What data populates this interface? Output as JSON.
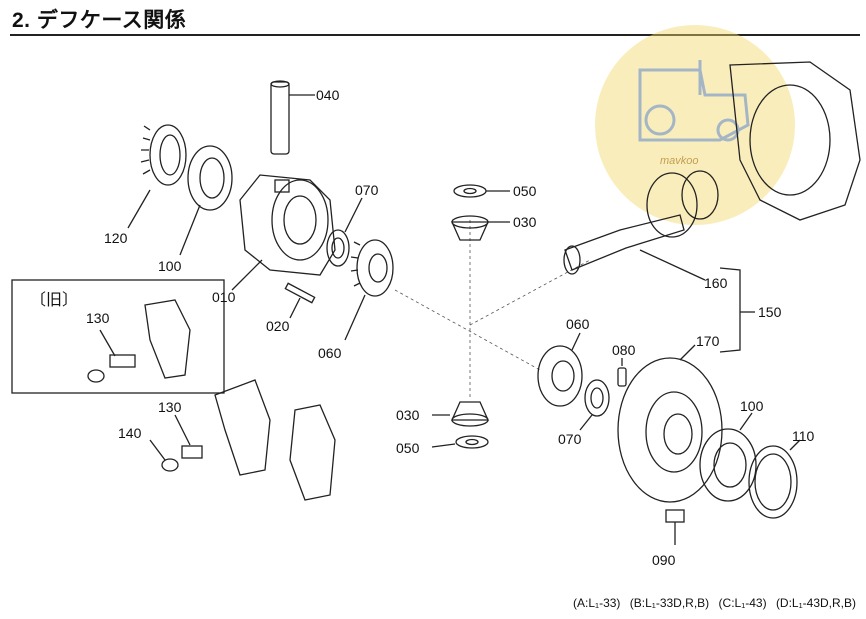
{
  "title": "2. デフケース関係",
  "old_label": "〔旧〕",
  "parts": [
    {
      "id": "p040a",
      "label": "040"
    },
    {
      "id": "p120",
      "label": "120"
    },
    {
      "id": "p100a",
      "label": "100"
    },
    {
      "id": "p010",
      "label": "010"
    },
    {
      "id": "p070a",
      "label": "070"
    },
    {
      "id": "p020",
      "label": "020"
    },
    {
      "id": "p060a",
      "label": "060"
    },
    {
      "id": "p050a",
      "label": "050"
    },
    {
      "id": "p030a",
      "label": "030"
    },
    {
      "id": "p160",
      "label": "160"
    },
    {
      "id": "p150",
      "label": "150"
    },
    {
      "id": "p060b",
      "label": "060"
    },
    {
      "id": "p080",
      "label": "080"
    },
    {
      "id": "p170",
      "label": "170"
    },
    {
      "id": "p130a",
      "label": "130"
    },
    {
      "id": "p130b",
      "label": "130"
    },
    {
      "id": "p140",
      "label": "140"
    },
    {
      "id": "p030b",
      "label": "030"
    },
    {
      "id": "p050b",
      "label": "050"
    },
    {
      "id": "p070b",
      "label": "070"
    },
    {
      "id": "p100b",
      "label": "100"
    },
    {
      "id": "p110",
      "label": "110"
    },
    {
      "id": "p090",
      "label": "090"
    }
  ],
  "watermark_text": "mavkoo",
  "watermark_color": "#f5d66a",
  "footer": [
    "(A:L₁-33)",
    "(B:L₁-33D,R,B)",
    "(C:L₁-43)",
    "(D:L₁-43D,R,B)"
  ]
}
